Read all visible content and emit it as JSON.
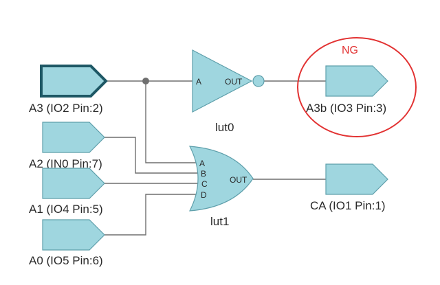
{
  "diagram": {
    "inputs": [
      {
        "id": "a3",
        "label": "A3 (IO2 Pin:2)",
        "selected": true
      },
      {
        "id": "a2",
        "label": "A2 (IN0 Pin:7)"
      },
      {
        "id": "a1",
        "label": "A1 (IO4 Pin:5)"
      },
      {
        "id": "a0",
        "label": "A0 (IO5 Pin:6)"
      }
    ],
    "outputs": [
      {
        "id": "a3b",
        "label": "A3b (IO3 Pin:3)"
      },
      {
        "id": "ca",
        "label": "CA (IO1 Pin:1)"
      }
    ],
    "gates": {
      "lut0": {
        "name": "lut0",
        "in": "A",
        "out": "OUT"
      },
      "lut1": {
        "name": "lut1",
        "ins": [
          "A",
          "B",
          "C",
          "D"
        ],
        "out": "OUT"
      }
    },
    "annotation": {
      "text": "NG",
      "color": "#e23232"
    },
    "colors": {
      "port_fill": "#9fd6df",
      "port_stroke": "#5e9fab",
      "selected_stroke": "#1e5865",
      "wire": "#6f6f6f"
    }
  }
}
